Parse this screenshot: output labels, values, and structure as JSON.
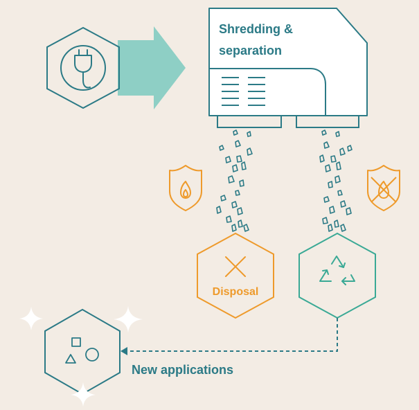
{
  "labels": {
    "machine_title_line1": "Shredding &",
    "machine_title_line2": "separation",
    "disposal": "Disposal",
    "new_applications": "New applications"
  },
  "icons": {
    "input": "power-plug-icon",
    "flammable": "flammable-shield-icon",
    "non_flammable": "non-flammable-shield-icon",
    "disposal": "cross-icon",
    "recycle": "recycle-icon",
    "shapes": "shapes-icon",
    "sparkles": "sparkle-icon"
  },
  "colors": {
    "background": "#F3ECE4",
    "teal_dark": "#2B7A86",
    "teal_arrow": "#8ECFC5",
    "recycle_green": "#3AA995",
    "orange": "#EE9A2B",
    "sparkle": "#FFFFFF"
  }
}
